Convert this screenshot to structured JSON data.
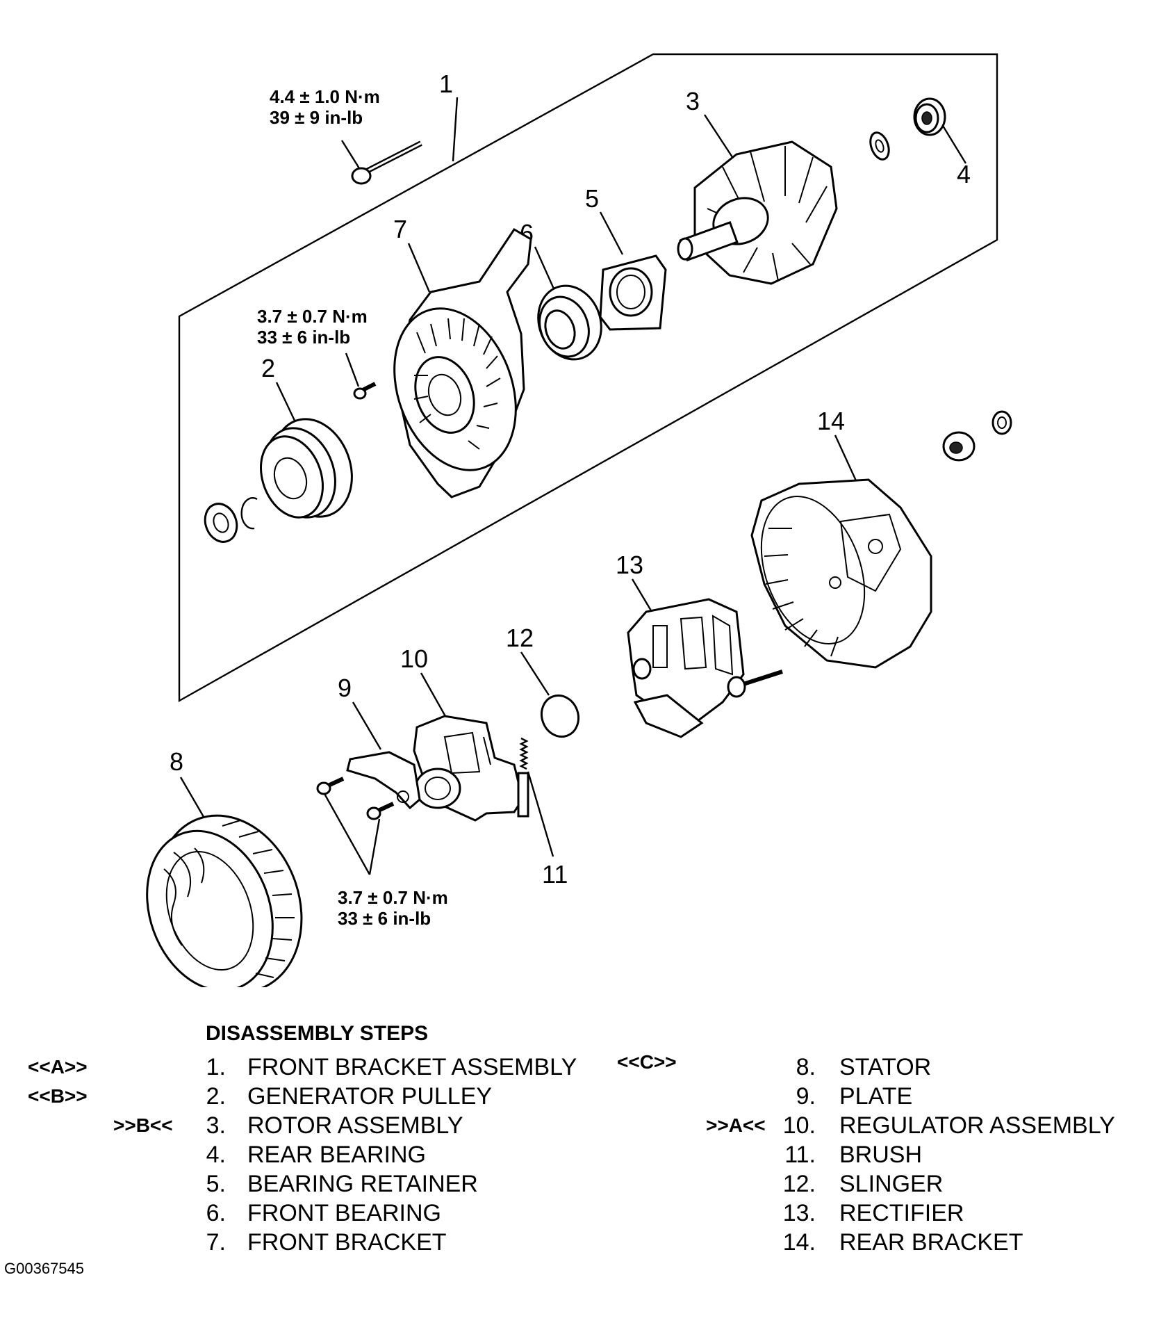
{
  "callouts": [
    "1",
    "2",
    "3",
    "4",
    "5",
    "6",
    "7",
    "8",
    "9",
    "10",
    "11",
    "12",
    "13",
    "14"
  ],
  "torque": [
    {
      "line1": "4.4 ± 1.0  N·m",
      "line2": "39 ± 9 in-lb"
    },
    {
      "line1": "3.7 ± 0.7 N·m",
      "line2": "33 ± 6 in-lb"
    },
    {
      "line1": "3.7 ± 0.7 N·m",
      "line2": "33 ± 6 in-lb"
    }
  ],
  "steps": {
    "heading": "DISASSEMBLY STEPS",
    "left": [
      {
        "tag": "<<A>>",
        "num": "1.",
        "label": "FRONT BRACKET ASSEMBLY"
      },
      {
        "tag": "<<B>>",
        "num": "2.",
        "label": "GENERATOR PULLEY"
      },
      {
        "tag": ">>B<<",
        "num": "3.",
        "label": "ROTOR ASSEMBLY"
      },
      {
        "tag": "",
        "num": "4.",
        "label": "REAR BEARING"
      },
      {
        "tag": "",
        "num": "5.",
        "label": "BEARING RETAINER"
      },
      {
        "tag": "",
        "num": "6.",
        "label": "FRONT BEARING"
      },
      {
        "tag": "",
        "num": "7.",
        "label": "FRONT BRACKET"
      }
    ],
    "right": [
      {
        "tag": "<<C>>",
        "num": "8.",
        "label": "STATOR"
      },
      {
        "tag": "",
        "num": "9.",
        "label": "PLATE"
      },
      {
        "tag": ">>A<<",
        "num": "10.",
        "label": "REGULATOR ASSEMBLY"
      },
      {
        "tag": "",
        "num": "11.",
        "label": "BRUSH"
      },
      {
        "tag": "",
        "num": "12.",
        "label": "SLINGER"
      },
      {
        "tag": "",
        "num": "13.",
        "label": "RECTIFIER"
      },
      {
        "tag": "",
        "num": "14.",
        "label": "REAR BRACKET"
      }
    ]
  },
  "figure_id": "G00367545"
}
